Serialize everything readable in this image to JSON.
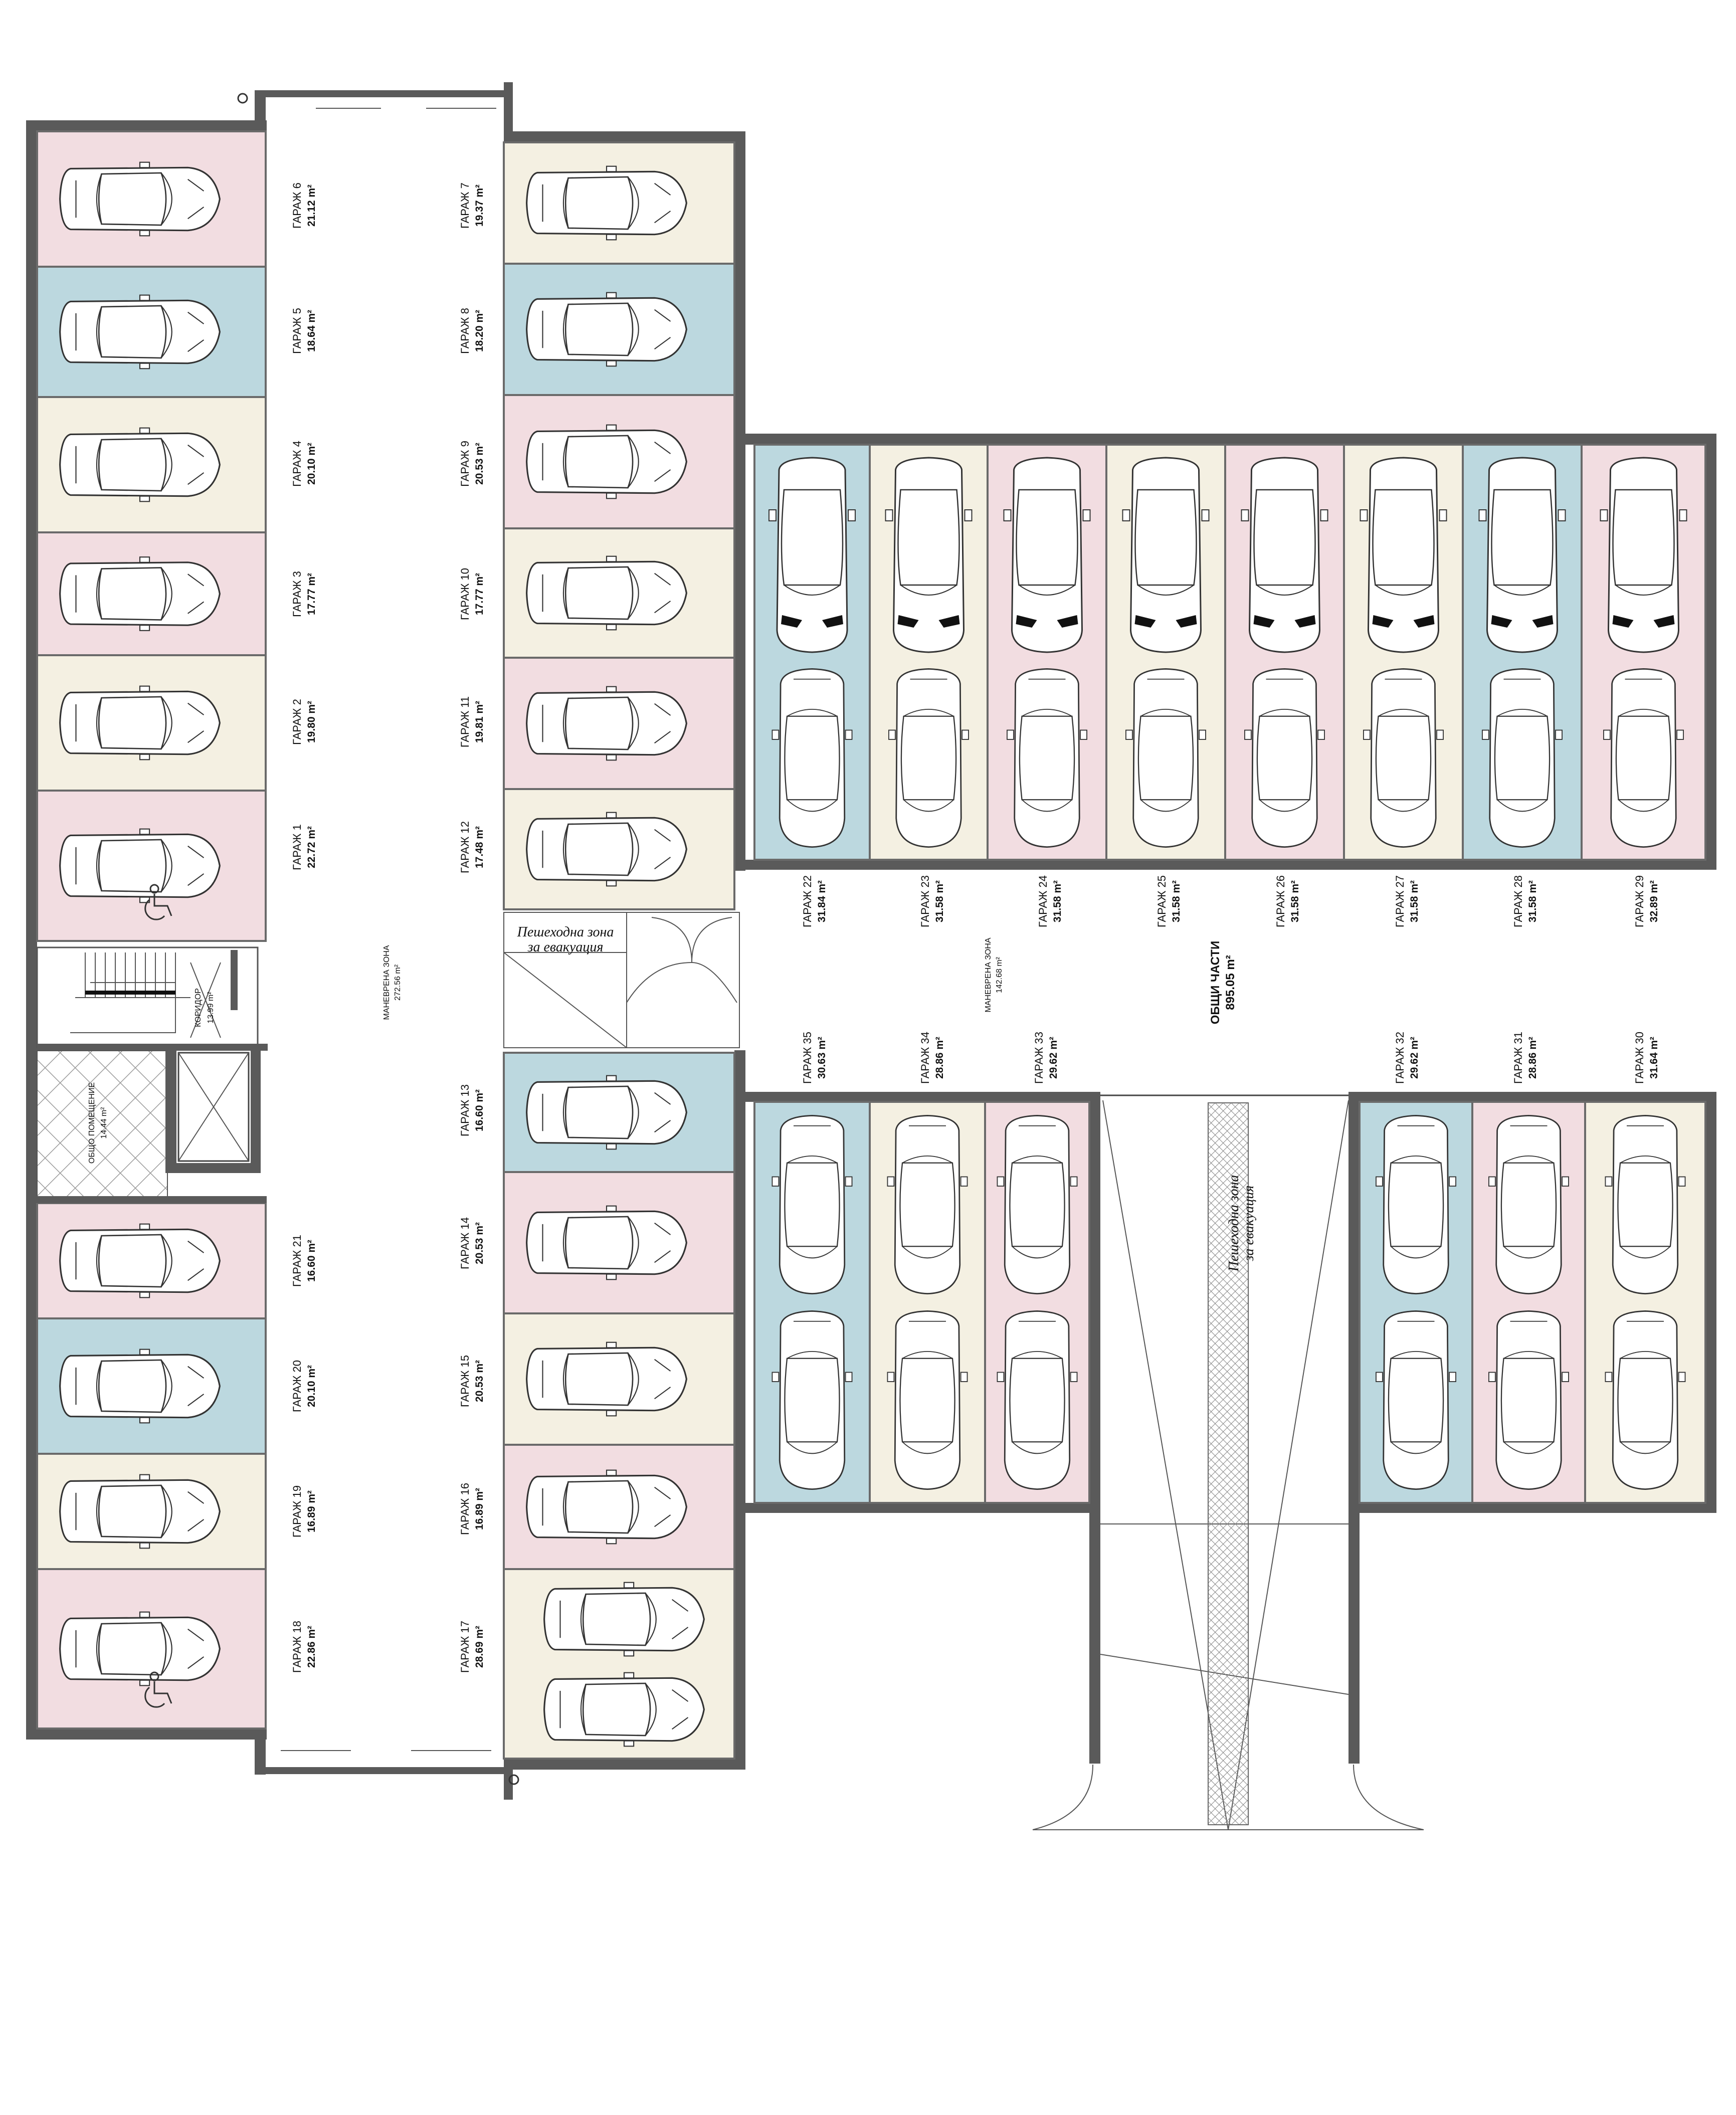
{
  "colors": {
    "pink": "#f2dde1",
    "blue": "#bcd8df",
    "beige": "#f4f0e2",
    "wall": "#5a5a5a"
  },
  "garages": [
    {
      "id": "6",
      "label": "ГАРАЖ 6",
      "area": "21.12 m²",
      "color": "pink"
    },
    {
      "id": "5",
      "label": "ГАРАЖ 5",
      "area": "18.64 m²",
      "color": "blue"
    },
    {
      "id": "4",
      "label": "ГАРАЖ 4",
      "area": "20.10 m²",
      "color": "beige"
    },
    {
      "id": "3",
      "label": "ГАРАЖ 3",
      "area": "17.77 m²",
      "color": "pink"
    },
    {
      "id": "2",
      "label": "ГАРАЖ 2",
      "area": "19.80 m²",
      "color": "beige"
    },
    {
      "id": "1",
      "label": "ГАРАЖ 1",
      "area": "22.72 m²",
      "color": "pink",
      "accessible": true
    },
    {
      "id": "21",
      "label": "ГАРАЖ 21",
      "area": "16.60 m²",
      "color": "pink"
    },
    {
      "id": "20",
      "label": "ГАРАЖ 20",
      "area": "20.10 m²",
      "color": "blue"
    },
    {
      "id": "19",
      "label": "ГАРАЖ 19",
      "area": "16.89 m²",
      "color": "beige"
    },
    {
      "id": "18",
      "label": "ГАРАЖ 18",
      "area": "22.86 m²",
      "color": "pink",
      "accessible": true
    },
    {
      "id": "7",
      "label": "ГАРАЖ 7",
      "area": "19.37 m²",
      "color": "beige"
    },
    {
      "id": "8",
      "label": "ГАРАЖ 8",
      "area": "18.20 m²",
      "color": "blue"
    },
    {
      "id": "9",
      "label": "ГАРАЖ 9",
      "area": "20.53 m²",
      "color": "pink"
    },
    {
      "id": "10",
      "label": "ГАРАЖ 10",
      "area": "17.77 m²",
      "color": "beige"
    },
    {
      "id": "11",
      "label": "ГАРАЖ 11",
      "area": "19.81 m²",
      "color": "pink"
    },
    {
      "id": "12",
      "label": "ГАРАЖ 12",
      "area": "17.48 m²",
      "color": "beige"
    },
    {
      "id": "13",
      "label": "ГАРАЖ 13",
      "area": "16.60 m²",
      "color": "blue"
    },
    {
      "id": "14",
      "label": "ГАРАЖ 14",
      "area": "20.53 m²",
      "color": "pink"
    },
    {
      "id": "15",
      "label": "ГАРАЖ 15",
      "area": "20.53 m²",
      "color": "beige"
    },
    {
      "id": "16",
      "label": "ГАРАЖ 16",
      "area": "16.89 m²",
      "color": "pink"
    },
    {
      "id": "17",
      "label": "ГАРАЖ 17",
      "area": "28.69 m²",
      "color": "beige"
    },
    {
      "id": "22",
      "label": "ГАРАЖ 22",
      "area": "31.84 m²",
      "color": "blue"
    },
    {
      "id": "23",
      "label": "ГАРАЖ 23",
      "area": "31.58 m²",
      "color": "beige"
    },
    {
      "id": "24",
      "label": "ГАРАЖ 24",
      "area": "31.58 m²",
      "color": "pink"
    },
    {
      "id": "25",
      "label": "ГАРАЖ 25",
      "area": "31.58 m²",
      "color": "beige"
    },
    {
      "id": "26",
      "label": "ГАРАЖ 26",
      "area": "31.58 m²",
      "color": "pink"
    },
    {
      "id": "27",
      "label": "ГАРАЖ 27",
      "area": "31.58 m²",
      "color": "beige"
    },
    {
      "id": "28",
      "label": "ГАРАЖ 28",
      "area": "31.58 m²",
      "color": "blue"
    },
    {
      "id": "29",
      "label": "ГАРАЖ 29",
      "area": "32.89 m²",
      "color": "pink"
    },
    {
      "id": "35",
      "label": "ГАРАЖ 35",
      "area": "30.63 m²",
      "color": "blue"
    },
    {
      "id": "34",
      "label": "ГАРАЖ 34",
      "area": "28.86 m²",
      "color": "beige"
    },
    {
      "id": "33",
      "label": "ГАРАЖ 33",
      "area": "29.62 m²",
      "color": "pink"
    },
    {
      "id": "32",
      "label": "ГАРАЖ 32",
      "area": "29.62 m²",
      "color": "blue"
    },
    {
      "id": "31",
      "label": "ГАРАЖ 31",
      "area": "28.86 m²",
      "color": "pink"
    },
    {
      "id": "30",
      "label": "ГАРАЖ 30",
      "area": "31.64 m²",
      "color": "beige"
    }
  ],
  "zones": {
    "maneuver_main": {
      "label": "МАНЕВРЕНА ЗОНА",
      "area": "272.56 m²"
    },
    "maneuver_east": {
      "label": "МАНЕВРЕНА ЗОНА",
      "area": "142.68 m²"
    },
    "common": {
      "label": "ОБЩИ ЧАСТИ",
      "area": "895.05 m²"
    },
    "corridor": {
      "label": "КОРИДОР",
      "area": "13.99 m²"
    },
    "common_room": {
      "label": "ОБЩО ПОМЕЩЕНИЕ",
      "area": "14.44 m²"
    },
    "evac_1": {
      "line1": "Пешеходна зона",
      "line2": "за евакуация"
    },
    "evac_2": {
      "line1": "Пешеходна зона",
      "line2": "за евакуация"
    }
  },
  "icons": {
    "car": "car-top-view-icon",
    "accessible": "wheelchair-icon"
  }
}
